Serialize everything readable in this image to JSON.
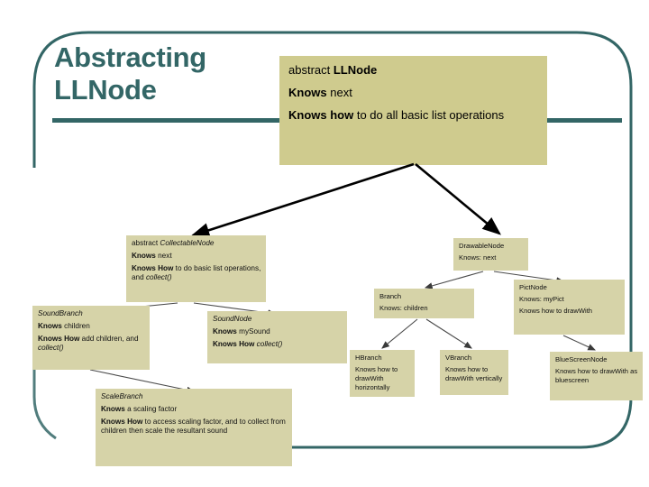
{
  "slide": {
    "title": "Abstracting\nLLNode",
    "title_color": "#336666",
    "box_color": "#cfcb8e",
    "diagram_box_color": "#d6d3a8",
    "background": "#ffffff"
  },
  "headline_box": {
    "line1_normal": "abstract ",
    "line1_bold": "LLNode",
    "line2_bold": "Knows",
    "line2_normal": " next",
    "line3_bold": "Knows how",
    "line3_normal": " to do all basic list operations"
  },
  "diagram": {
    "nodes": [
      {
        "id": "collectable-node",
        "header_normal": "abstract ",
        "header_italic": "CollectableNode",
        "lines": [
          {
            "bold": "Knows",
            "normal": " next"
          },
          {
            "bold": "Knows How",
            "normal": " to do basic list operations, and ",
            "italic": "collect()"
          }
        ]
      },
      {
        "id": "sound-branch",
        "header_italic": "SoundBranch",
        "lines": [
          {
            "bold": "Knows",
            "normal": " children"
          },
          {
            "bold": "Knows How",
            "normal": " add children, and ",
            "italic": "collect()"
          }
        ]
      },
      {
        "id": "sound-node",
        "header_italic": "SoundNode",
        "lines": [
          {
            "bold": "Knows",
            "normal": " mySound"
          },
          {
            "bold": "Knows How",
            "italic": " collect()"
          }
        ]
      },
      {
        "id": "scale-branch",
        "header_italic": "ScaleBranch",
        "lines": [
          {
            "bold": "Knows",
            "normal": " a scaling factor"
          },
          {
            "bold": "Knows How",
            "normal": " to access scaling factor, and to collect from children then scale the resultant sound"
          }
        ]
      },
      {
        "id": "drawable-node",
        "header_normal": "DrawableNode",
        "lines": [
          {
            "normal": "Knows: next"
          }
        ]
      },
      {
        "id": "branch",
        "header_normal": "Branch",
        "lines": [
          {
            "normal": "Knows: children"
          }
        ]
      },
      {
        "id": "pict-node",
        "header_normal": "PictNode",
        "lines": [
          {
            "normal": "Knows: myPict"
          },
          {
            "normal": "Knows how to drawWith"
          }
        ]
      },
      {
        "id": "h-branch",
        "header_normal": "HBranch",
        "lines": [
          {
            "normal": "Knows how to drawWith horizontally"
          }
        ]
      },
      {
        "id": "v-branch",
        "header_normal": "VBranch",
        "lines": [
          {
            "normal": "Knows how to drawWith vertically"
          }
        ]
      },
      {
        "id": "bluescreen-node",
        "header_normal": "BlueScreenNode",
        "lines": [
          {
            "normal": "Knows how to drawWith as bluescreen"
          }
        ]
      }
    ]
  }
}
